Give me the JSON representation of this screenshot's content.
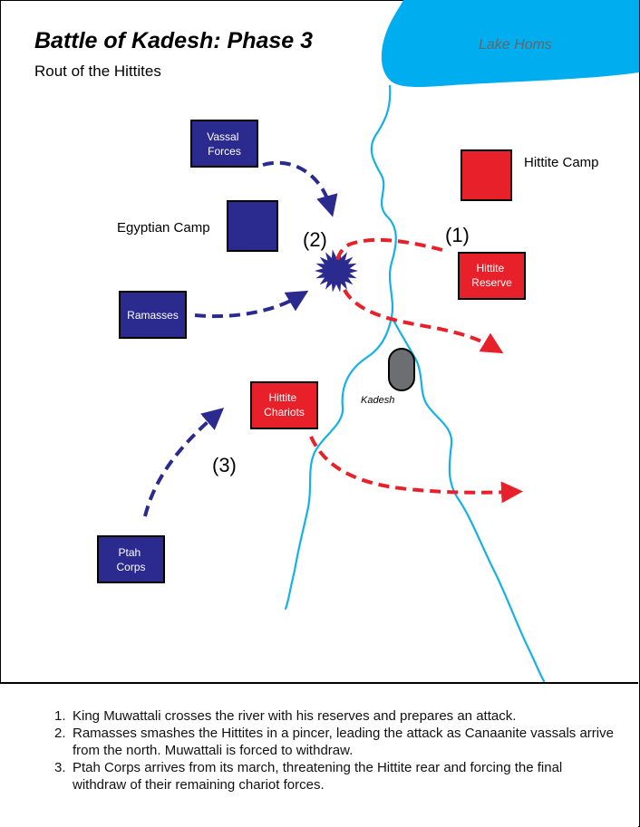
{
  "title": "Battle of Kadesh: Phase 3",
  "subtitle": "Rout of the Hittites",
  "lake_label": "Lake Homs",
  "places": {
    "egyptian_camp": "Egyptian Camp",
    "hittite_camp": "Hittite Camp",
    "kadesh": "Kadesh"
  },
  "units": {
    "vassal_forces": [
      "Vassal",
      "Forces"
    ],
    "ramasses": [
      "Ramasses"
    ],
    "ptah_corps": [
      "Ptah",
      "Corps"
    ],
    "hittite_reserve": [
      "Hittite",
      "Reserve"
    ],
    "hittite_chariots": [
      "Hittite",
      "Chariots"
    ]
  },
  "phase_markers": {
    "m1": "(1)",
    "m2": "(2)",
    "m3": "(3)"
  },
  "notes": [
    {
      "num": "1.",
      "text": "King Muwattali crosses the river with his reserves and prepares an attack."
    },
    {
      "num": "2.",
      "text": "Ramasses smashes the Hittites in a pincer, leading the attack as Canaanite vassals arrive from the north. Muwattali is forced to withdraw."
    },
    {
      "num": "3.",
      "text": "Ptah Corps arrives from its march, threatening the Hittite rear and forcing the final withdraw of their remaining chariot forces."
    }
  ],
  "colors": {
    "egyptian": "#2b2a8e",
    "hittite": "#e8202a",
    "river": "#14b1e7",
    "lake": "#00aeef",
    "city": "#6d6e71"
  }
}
